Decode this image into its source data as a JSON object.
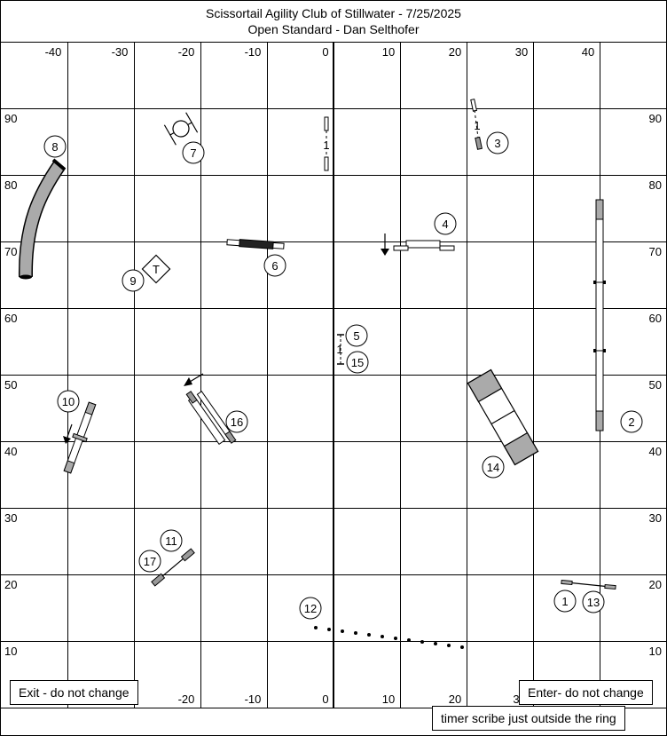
{
  "header": {
    "title": "Scissortail Agility Club of Stillwater - 7/25/2025",
    "subtitle": "Open Standard - Dan Selthofer"
  },
  "axes": {
    "x_top_ticks": [
      "-40",
      "-30",
      "-20",
      "-10",
      "0",
      "10",
      "20",
      "30",
      "40"
    ],
    "x_bottom_ticks": [
      "-20",
      "-10",
      "0",
      "10",
      "20",
      "3"
    ],
    "y_left_ticks": [
      "90",
      "80",
      "70",
      "60",
      "50",
      "40",
      "30",
      "20",
      "10"
    ],
    "y_right_ticks": [
      "90",
      "80",
      "70",
      "60",
      "50",
      "40",
      "30",
      "20",
      "10"
    ]
  },
  "obstacles": {
    "table_label": "T",
    "jump_mark_start": "1",
    "jump_mark_double": "1",
    "jump_mark_3": "1"
  },
  "numbers": [
    "1",
    "2",
    "3",
    "4",
    "5",
    "6",
    "7",
    "8",
    "9",
    "10",
    "11",
    "12",
    "13",
    "14",
    "15",
    "16",
    "17"
  ],
  "notes": {
    "exit": "Exit - do not change",
    "enter": "Enter- do not change",
    "timer": "timer scribe just outside the ring"
  }
}
